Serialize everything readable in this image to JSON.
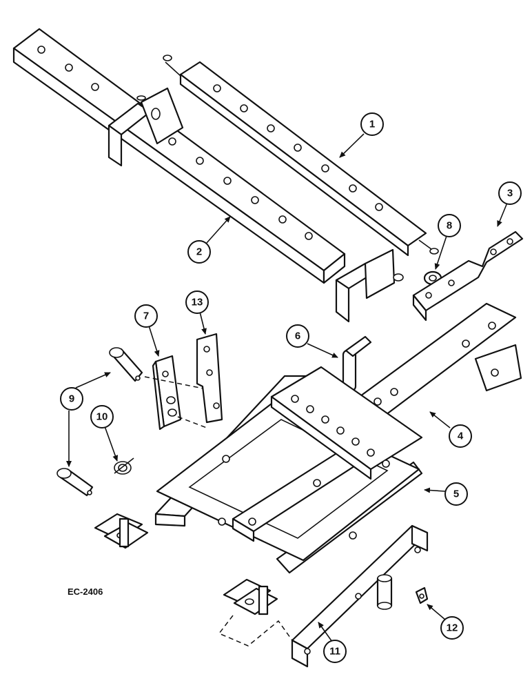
{
  "drawing_code": "EC-2406",
  "callouts": [
    "1",
    "2",
    "3",
    "4",
    "5",
    "6",
    "7",
    "8",
    "9",
    "9",
    "10",
    "11",
    "12",
    "13"
  ]
}
